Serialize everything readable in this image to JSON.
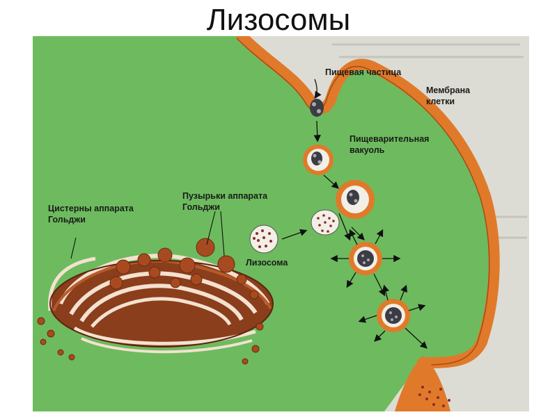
{
  "title": "Лизосомы",
  "labels": {
    "food_particle": "Пищевая частица",
    "membrane_line1": "Мембрана",
    "membrane_line2": "клетки",
    "digestive_line1": "Пищеварительная",
    "digestive_line2": "вакуоль",
    "vesicles_line1": "Пузырьки аппарата",
    "vesicles_line2": "Гольджи",
    "cisterns_line1": "Цистерны аппарата",
    "cisterns_line2": "Гольджи",
    "lysosome": "Лизосома"
  },
  "colors": {
    "cytoplasm": "#6dbb5e",
    "outside": "#dcdcd4",
    "membrane": "#e07a2a",
    "golgi": "#8a3e1c",
    "golgi_light": "#b85a2a",
    "particle": "#3c3c46"
  }
}
